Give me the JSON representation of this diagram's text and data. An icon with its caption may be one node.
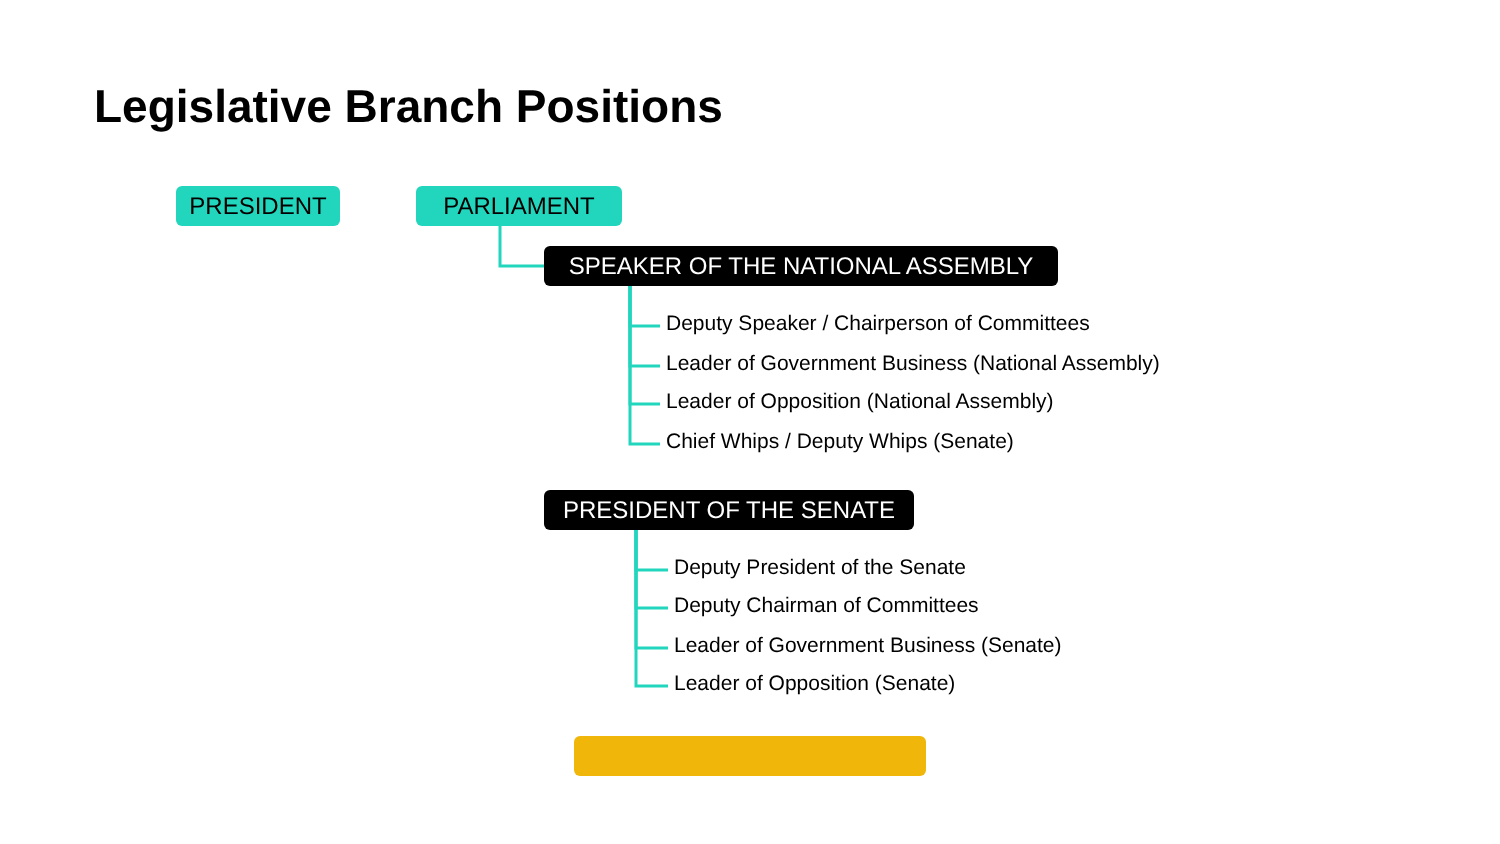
{
  "diagram": {
    "title": "Legislative Branch Positions",
    "nodes": [
      {
        "text": [
          "PRESIDENT"
        ]
      },
      {
        "text": [
          "PARLIAMENT"
        ]
      },
      {
        "text": [
          "SPEAKER OF THE NATIONAL ASSEMBLY"
        ]
      },
      {
        "text": [
          "Deputy Speaker / Chairperson of Committees"
        ]
      },
      {
        "text": [
          "Leader of Government Business (National Assembly)"
        ]
      },
      {
        "text": [
          "Leader of Opposition (National Assembly)"
        ]
      },
      {
        "text": [
          "Chief Whips / Deputy Whips (Senate)"
        ]
      },
      {
        "text": [
          "PRESIDENT OF THE SENATE"
        ]
      },
      {
        "text": [
          "Deputy President of the Senate"
        ]
      },
      {
        "text": [
          "Deputy Chairman of Committees"
        ]
      },
      {
        "text": [
          "Leader of Government Business (Senate)"
        ]
      },
      {
        "text": [
          "Leader of Opposition (Senate)"
        ]
      },
      {
        "text": [],
        "shape": "box"
      }
    ],
    "edges": [
      {
        "from": 1,
        "to": 2,
        "arrow": "none"
      },
      {
        "from": 2,
        "to": 3,
        "arrow": "none"
      },
      {
        "from": 2,
        "to": 4,
        "arrow": "none"
      },
      {
        "from": 2,
        "to": 5,
        "arrow": "none"
      },
      {
        "from": 2,
        "to": 6,
        "arrow": "none"
      },
      {
        "from": 7,
        "to": 8,
        "arrow": "none"
      },
      {
        "from": 7,
        "to": 9,
        "arrow": "none"
      },
      {
        "from": 7,
        "to": 10,
        "arrow": "none"
      },
      {
        "from": 7,
        "to": 11,
        "arrow": "none"
      }
    ]
  }
}
